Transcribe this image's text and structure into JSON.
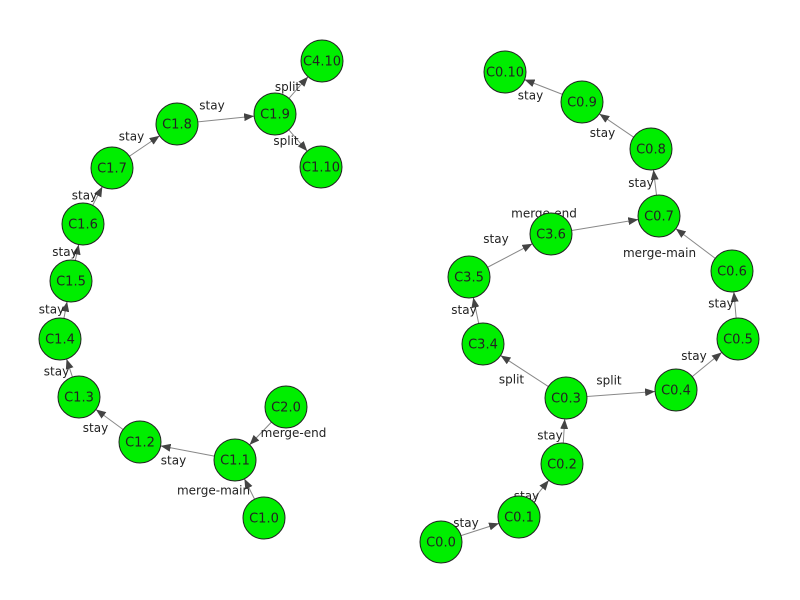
{
  "style": {
    "node_fill": "#00ee00",
    "node_stroke": "#222222",
    "edge_color": "#888888",
    "arrow_color": "#444444"
  },
  "nodes": [
    {
      "id": "C0.0",
      "label": "C0.0"
    },
    {
      "id": "C0.1",
      "label": "C0.1"
    },
    {
      "id": "C0.2",
      "label": "C0.2"
    },
    {
      "id": "C0.3",
      "label": "C0.3"
    },
    {
      "id": "C0.4",
      "label": "C0.4"
    },
    {
      "id": "C0.5",
      "label": "C0.5"
    },
    {
      "id": "C0.6",
      "label": "C0.6"
    },
    {
      "id": "C0.7",
      "label": "C0.7"
    },
    {
      "id": "C0.8",
      "label": "C0.8"
    },
    {
      "id": "C0.9",
      "label": "C0.9"
    },
    {
      "id": "C0.10",
      "label": "C0.10"
    },
    {
      "id": "C3.4",
      "label": "C3.4"
    },
    {
      "id": "C3.5",
      "label": "C3.5"
    },
    {
      "id": "C3.6",
      "label": "C3.6"
    },
    {
      "id": "C1.0",
      "label": "C1.0"
    },
    {
      "id": "C1.1",
      "label": "C1.1"
    },
    {
      "id": "C1.2",
      "label": "C1.2"
    },
    {
      "id": "C1.3",
      "label": "C1.3"
    },
    {
      "id": "C1.4",
      "label": "C1.4"
    },
    {
      "id": "C1.5",
      "label": "C1.5"
    },
    {
      "id": "C1.6",
      "label": "C1.6"
    },
    {
      "id": "C1.7",
      "label": "C1.7"
    },
    {
      "id": "C1.8",
      "label": "C1.8"
    },
    {
      "id": "C1.9",
      "label": "C1.9"
    },
    {
      "id": "C1.10",
      "label": "C1.10"
    },
    {
      "id": "C4.10",
      "label": "C4.10"
    },
    {
      "id": "C2.0",
      "label": "C2.0"
    }
  ],
  "edges": [
    {
      "from": "C0.0",
      "to": "C0.1",
      "label": "stay"
    },
    {
      "from": "C0.1",
      "to": "C0.2",
      "label": "stay"
    },
    {
      "from": "C0.2",
      "to": "C0.3",
      "label": "stay"
    },
    {
      "from": "C0.3",
      "to": "C0.4",
      "label": "split"
    },
    {
      "from": "C0.3",
      "to": "C3.4",
      "label": "split"
    },
    {
      "from": "C3.4",
      "to": "C3.5",
      "label": "stay"
    },
    {
      "from": "C3.5",
      "to": "C3.6",
      "label": "stay"
    },
    {
      "from": "C3.6",
      "to": "C0.7",
      "label": "merge-end"
    },
    {
      "from": "C0.4",
      "to": "C0.5",
      "label": "stay"
    },
    {
      "from": "C0.5",
      "to": "C0.6",
      "label": "stay"
    },
    {
      "from": "C0.6",
      "to": "C0.7",
      "label": "merge-main"
    },
    {
      "from": "C0.7",
      "to": "C0.8",
      "label": "stay"
    },
    {
      "from": "C0.8",
      "to": "C0.9",
      "label": "stay"
    },
    {
      "from": "C0.9",
      "to": "C0.10",
      "label": "stay"
    },
    {
      "from": "C1.0",
      "to": "C1.1",
      "label": "merge-main"
    },
    {
      "from": "C2.0",
      "to": "C1.1",
      "label": "merge-end"
    },
    {
      "from": "C1.1",
      "to": "C1.2",
      "label": "stay"
    },
    {
      "from": "C1.2",
      "to": "C1.3",
      "label": "stay"
    },
    {
      "from": "C1.3",
      "to": "C1.4",
      "label": "stay"
    },
    {
      "from": "C1.4",
      "to": "C1.5",
      "label": "stay"
    },
    {
      "from": "C1.5",
      "to": "C1.6",
      "label": "stay"
    },
    {
      "from": "C1.6",
      "to": "C1.7",
      "label": "stay"
    },
    {
      "from": "C1.7",
      "to": "C1.8",
      "label": "stay"
    },
    {
      "from": "C1.8",
      "to": "C1.9",
      "label": "stay"
    },
    {
      "from": "C1.9",
      "to": "C4.10",
      "label": "split"
    },
    {
      "from": "C1.9",
      "to": "C1.10",
      "label": "split"
    }
  ]
}
